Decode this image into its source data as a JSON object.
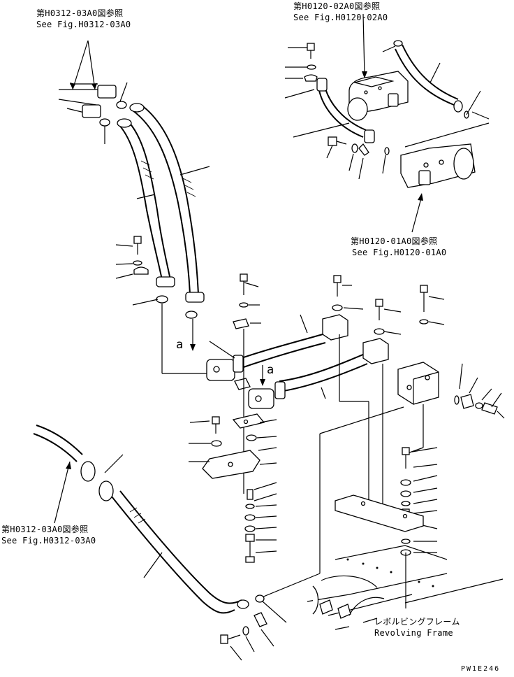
{
  "references": {
    "top_left": {
      "jp": "第H0312-03A0図参照",
      "en": "See Fig.H0312-03A0"
    },
    "top_right": {
      "jp": "第H0120-02A0図参照",
      "en": "See Fig.H0120-02A0"
    },
    "mid_right": {
      "jp": "第H0120-01A0図参照",
      "en": "See Fig.H0120-01A0"
    },
    "bottom_left": {
      "jp": "第H0312-03A0図参照",
      "en": "See Fig.H0312-03A0"
    }
  },
  "frame_label": {
    "jp": "レボルビングフレーム",
    "en": "Revolving Frame"
  },
  "markers": {
    "a1": "a",
    "a2": "a"
  },
  "drawing_code": "PW1E246",
  "colors": {
    "ink": "#000000",
    "paper": "#ffffff"
  }
}
